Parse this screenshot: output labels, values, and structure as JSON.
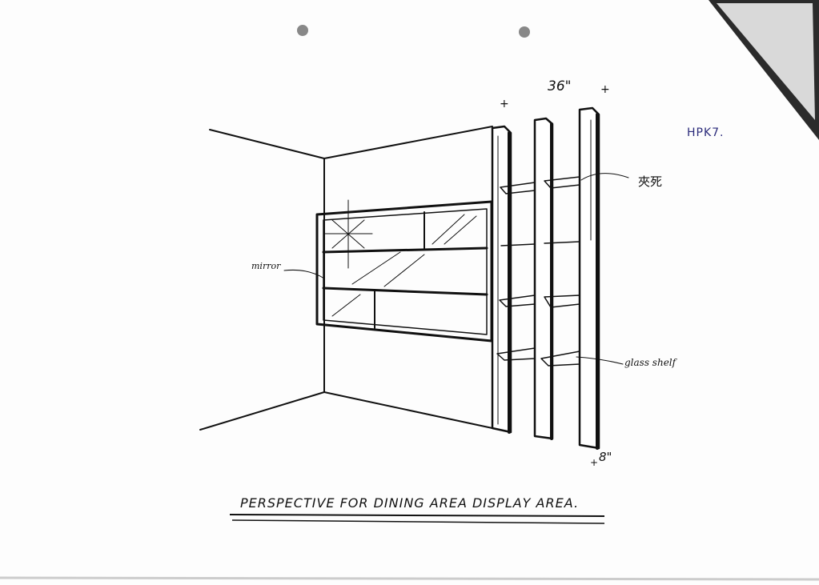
{
  "sheet": {
    "code": "HPK7.",
    "title": "PERSPECTIVE FOR DINING AREA DISPLAY AREA."
  },
  "annotations": {
    "dimension_width": "36\"",
    "dimension_depth": "8\"",
    "mirror_label": "mirror",
    "glass_shelf_label": "glass shelf",
    "clamp_label": "夾死"
  },
  "colors": {
    "ink": "#111111",
    "blue_ink": "#2a2a7a",
    "paper": "#fdfdfd",
    "corner_fold": "#2b2b2b"
  }
}
